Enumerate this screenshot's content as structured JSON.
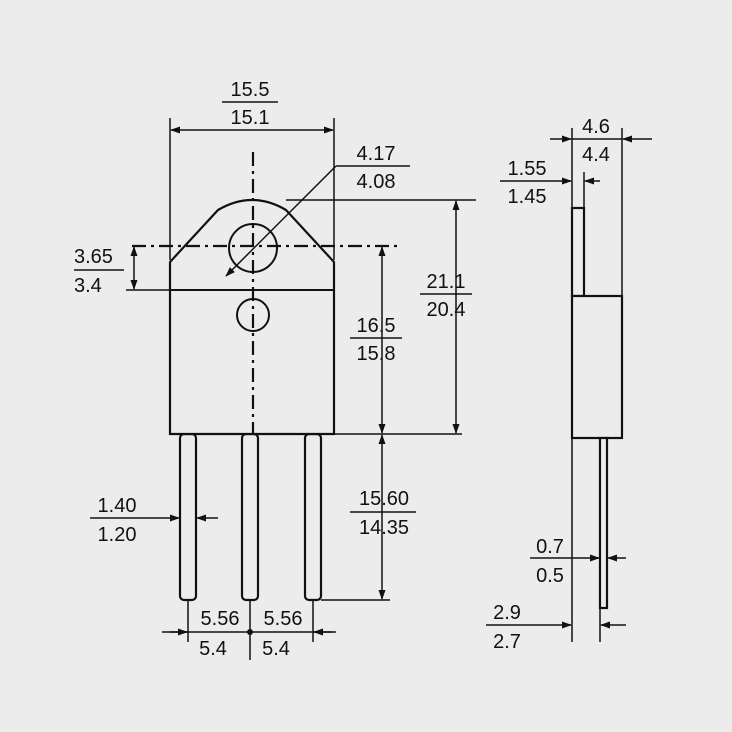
{
  "colors": {
    "background": "#ececec",
    "ink": "#111111"
  },
  "front_view": {
    "width": {
      "max": "15.5",
      "min": "15.1"
    },
    "hole_diameter": {
      "max": "4.17",
      "min": "4.08"
    },
    "hole_offset": {
      "max": "3.65",
      "min": "3.4"
    },
    "body_height": {
      "max": "21.1",
      "min": "20.4"
    },
    "hole_to_base": {
      "max": "16.5",
      "min": "15.8"
    },
    "lead_length": {
      "max": "15.60",
      "min": "14.35"
    },
    "lead_width": {
      "max": "1.40",
      "min": "1.20"
    },
    "pitch_left": {
      "max": "5.56",
      "min": "5.4"
    },
    "pitch_right": {
      "max": "5.56",
      "min": "5.4"
    }
  },
  "side_view": {
    "thickness": {
      "max": "4.6",
      "min": "4.4"
    },
    "tab_thickness": {
      "max": "1.55",
      "min": "1.45"
    },
    "lead_thickness": {
      "max": "0.7",
      "min": "0.5"
    },
    "lead_offset": {
      "max": "2.9",
      "min": "2.7"
    }
  }
}
